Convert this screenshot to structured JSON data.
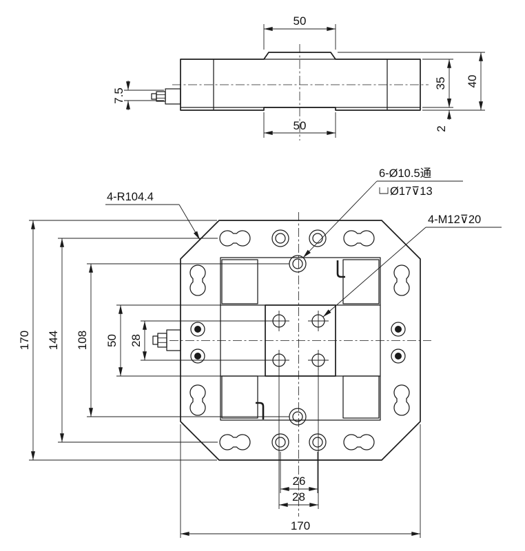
{
  "side_view": {
    "dim_boss_width": "50",
    "dim_base_width": "50",
    "dim_height_inner": "35",
    "dim_height_total": "40",
    "dim_step": "2",
    "dim_connector": "7.5"
  },
  "plan_view": {
    "dim_width_total": "170",
    "dim_hole_rows": "144",
    "dim_mid_holes": "108",
    "dim_block": "50",
    "dim_tap_spacing_v": "28",
    "dim_cbore_spacing": "26",
    "dim_tap_spacing_h": "28",
    "dim_height_total": "170",
    "note_corner_radius": "4-R104.4",
    "note_through_holes": "6-Ø10.5通",
    "note_counterbore": "Ø17⊽13",
    "note_tapped": "4-M12⊽20"
  }
}
